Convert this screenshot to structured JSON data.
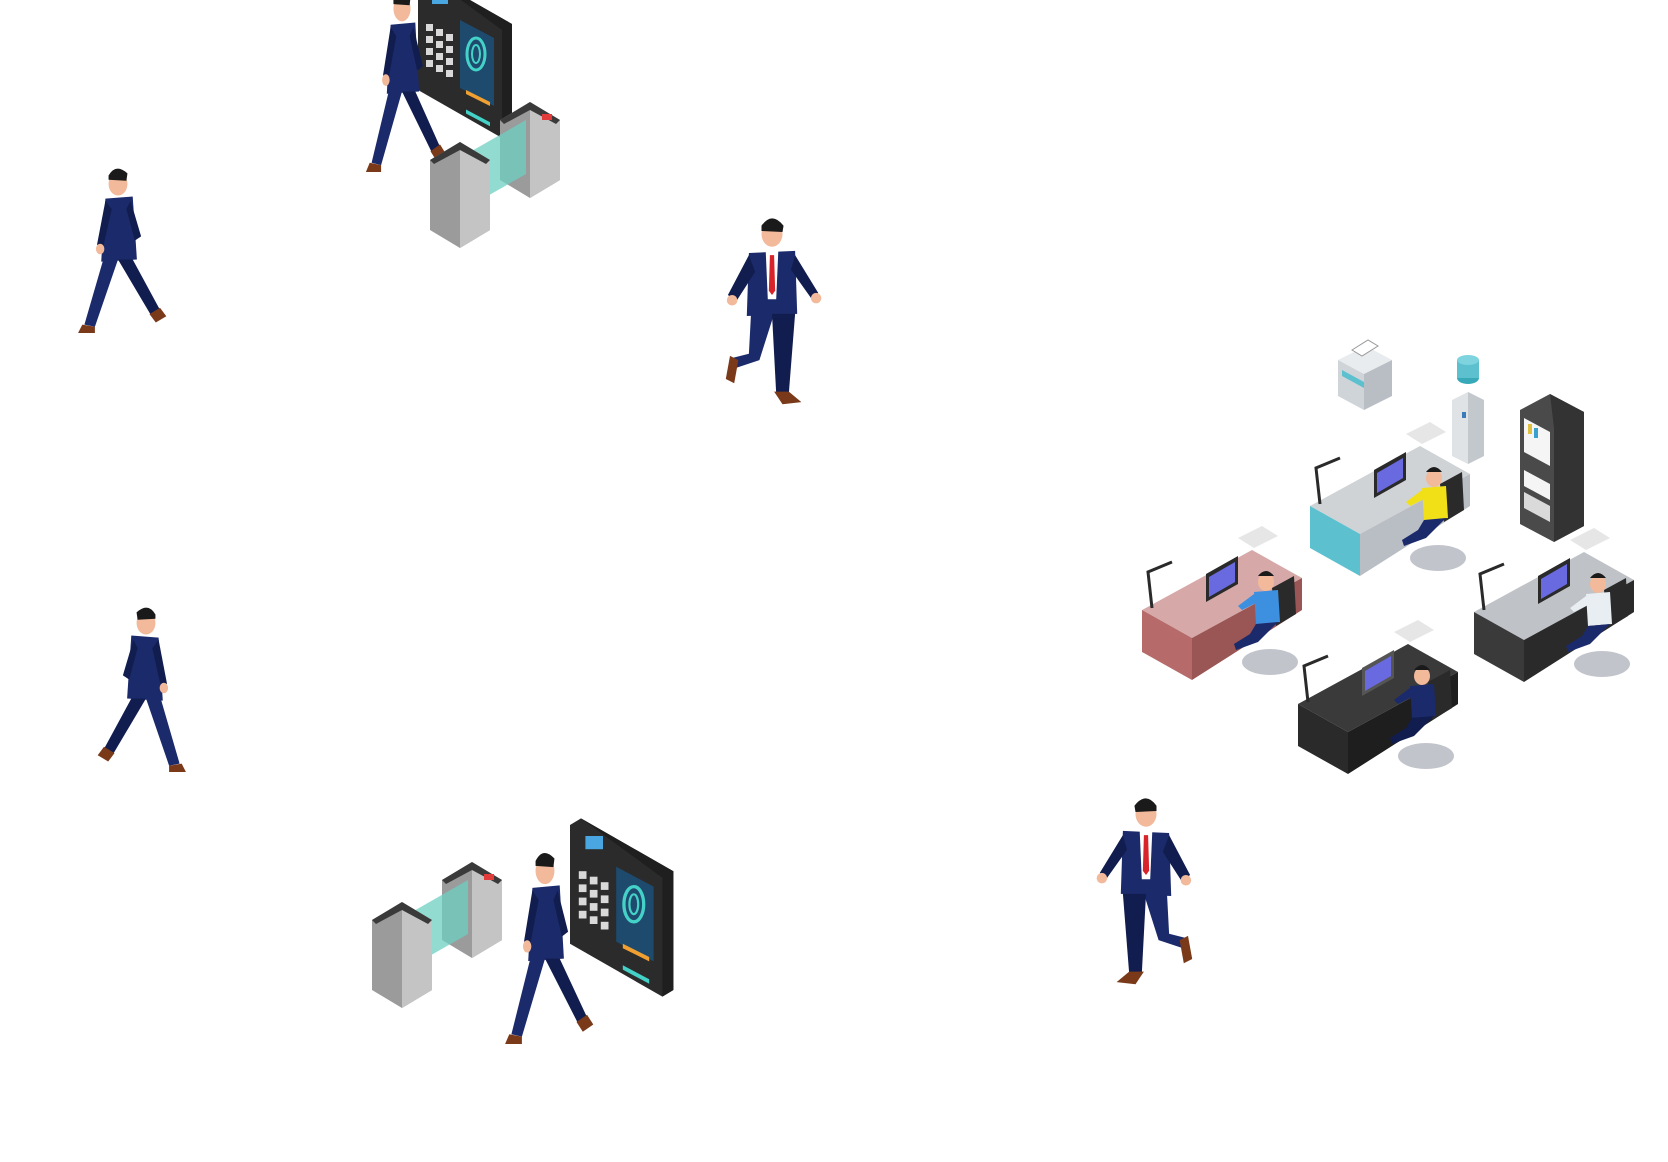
{
  "scene": {
    "background": "#ffffff",
    "colors": {
      "suit": "#1b2a6b",
      "suit_dark": "#121d4f",
      "skin": "#f2b99a",
      "hair": "#1a1a1a",
      "shoe": "#7a3a1a",
      "tie": "#d8232a",
      "shirt": "#ffffff",
      "gate_body": "#9b9b9b",
      "gate_side": "#c4c4c4",
      "gate_top": "#3a3a3a",
      "glass": "#6ecfc2",
      "panel": "#2b2b2b",
      "screen": "#1e4a6e",
      "fingerprint": "#44d2c8",
      "keypad": "#d9d9d9",
      "desk_grey": "#cfd3d6",
      "desk_red": "#b66a6a",
      "desk_dark": "#3a3a3a",
      "desk_teal": "#5cc0cf",
      "monitor_screen": "#6a6ae0",
      "chair": "#2a2a2a",
      "worker_yellow": "#f1df18",
      "worker_blue": "#3d8fe0",
      "worker_white": "#e9eef3",
      "worker_navy": "#1b2a6b"
    },
    "icons": [
      "walking-businessman",
      "running-businessman",
      "fingerprint-scanner-terminal",
      "turnstile-gate",
      "office-workstation",
      "photocopier",
      "water-cooler",
      "filing-cabinet"
    ]
  }
}
